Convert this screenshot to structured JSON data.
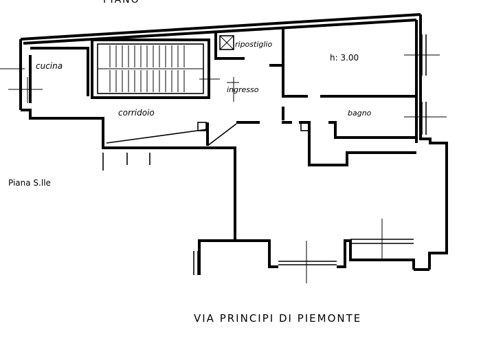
{
  "plan": {
    "top_label": "PIANO",
    "rooms": {
      "cucina": "cucina",
      "ripostiglio": "ripostiglio",
      "ceiling_height": "h: 3.00",
      "ingresso": "ingresso",
      "corridoio": "corridoio",
      "bagno": "bagno"
    },
    "neighbor": "Piana S.lle",
    "street": "VIA PRINCIPI DI PIEMONTE"
  }
}
